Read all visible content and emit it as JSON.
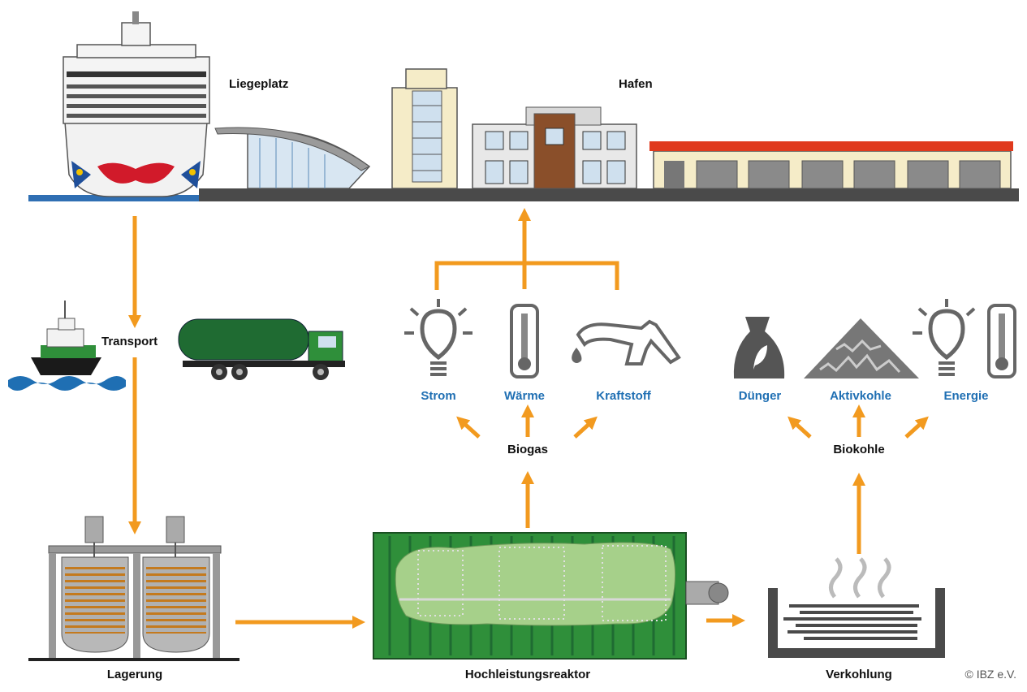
{
  "labels": {
    "liegeplatz": "Liegeplatz",
    "hafen": "Hafen",
    "transport": "Transport",
    "lagerung": "Lagerung",
    "reaktor": "Hochleistungsreaktor",
    "verkohlung": "Verkohlung",
    "biogas": "Biogas",
    "biokohle": "Biokohle",
    "strom": "Strom",
    "waerme": "Wärme",
    "kraftstoff": "Kraftstoff",
    "duenger": "Dünger",
    "aktivkohle": "Aktivkohle",
    "energie": "Energie"
  },
  "copyright": "© IBZ e.V.",
  "colors": {
    "arrow": "#f29a1f",
    "output_label": "#1f6fb3",
    "icon_gray": "#666666",
    "container_green": "#2f8f3a",
    "hull_green": "#1f6b32"
  }
}
